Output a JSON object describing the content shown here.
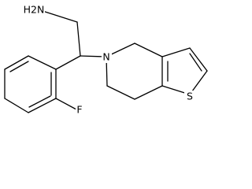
{
  "molecule": {
    "labels": {
      "amine": "H2N",
      "ring_nitrogen": "N",
      "fluorine": "F",
      "sulfur": "S"
    },
    "colors": {
      "bond": "#000000",
      "label": "#000000",
      "background": "#ffffff"
    }
  }
}
